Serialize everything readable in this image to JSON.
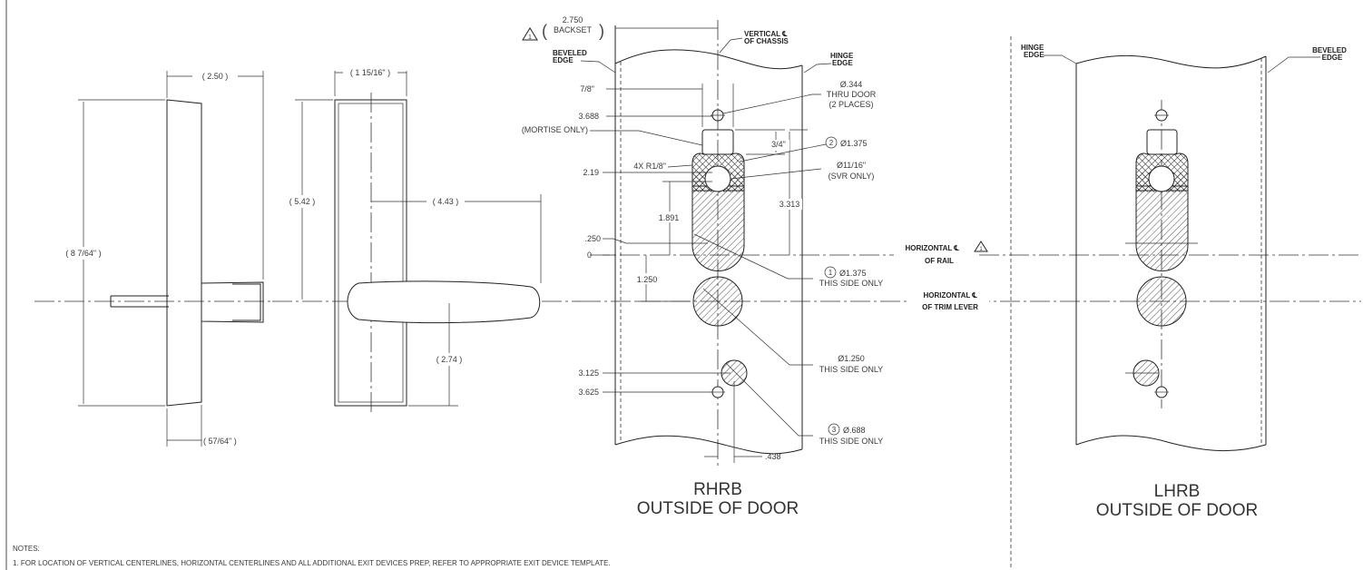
{
  "side_view": {
    "dim_width": "( 2.50 )",
    "dim_height": "( 8 7/64\" )",
    "dim_base": "( 57/64\" )"
  },
  "front_view": {
    "dim_width": "( 1 15/16\" )",
    "dim_height": "( 5.42 )",
    "dim_lever": "( 4.43 )",
    "dim_lower": "( 2.74 )"
  },
  "rhrb": {
    "backset_value": "2.750",
    "backset_label": "BACKSET",
    "revision_mark": "1",
    "vertical_cl": [
      "VERTICAL ℄",
      "OF CHASSIS"
    ],
    "beveled_edge": [
      "BEVELED",
      "EDGE"
    ],
    "hinge_edge": [
      "HINGE",
      "EDGE"
    ],
    "left_dims": {
      "d1": "7/8\"",
      "d2": "3.688",
      "d3": "(MORTISE ONLY)",
      "d4": "2.19",
      "d5": ".250",
      "d6": "0",
      "d7": "3.125",
      "d8": "3.625"
    },
    "inner_dims": {
      "radius": "4X R1/8\"",
      "d1891": "1.891",
      "d1250": "1.250",
      "d34": "3/4\"",
      "d3313": "3.313",
      "d438": ".438"
    },
    "callouts": {
      "thru_door": [
        "Ø.344",
        "THRU DOOR",
        "(2 PLACES)"
      ],
      "hole2": {
        "num": "2",
        "text": "Ø1.375"
      },
      "svr": [
        "Ø11/16\"",
        "(SVR ONLY)"
      ],
      "hole1": {
        "num": "1",
        "text": "Ø1.375",
        "note": "THIS SIDE ONLY"
      },
      "hole_lever": [
        "Ø1.250",
        "THIS SIDE ONLY"
      ],
      "hole3": {
        "num": "3",
        "text": "Ø.688",
        "note": "THIS SIDE ONLY"
      }
    },
    "horizontal_rail": [
      "HORIZONTAL ℄",
      "OF RAIL"
    ],
    "horizontal_lever": [
      "HORIZONTAL ℄",
      "OF TRIM LEVER"
    ],
    "title": "RHRB",
    "subtitle": "OUTSIDE OF DOOR"
  },
  "lhrb": {
    "hinge_edge": [
      "HINGE",
      "EDGE"
    ],
    "beveled_edge": [
      "BEVELED",
      "EDGE"
    ],
    "title": "LHRB",
    "subtitle": "OUTSIDE OF DOOR"
  },
  "notes": {
    "heading": "NOTES:",
    "items": [
      "1.    FOR LOCATION OF VERTICAL CENTERLINES, HORIZONTAL CENTERLINES AND ALL ADDITIONAL EXIT DEVICES PREP, REFER TO APPROPRIATE EXIT DEVICE TEMPLATE."
    ]
  }
}
